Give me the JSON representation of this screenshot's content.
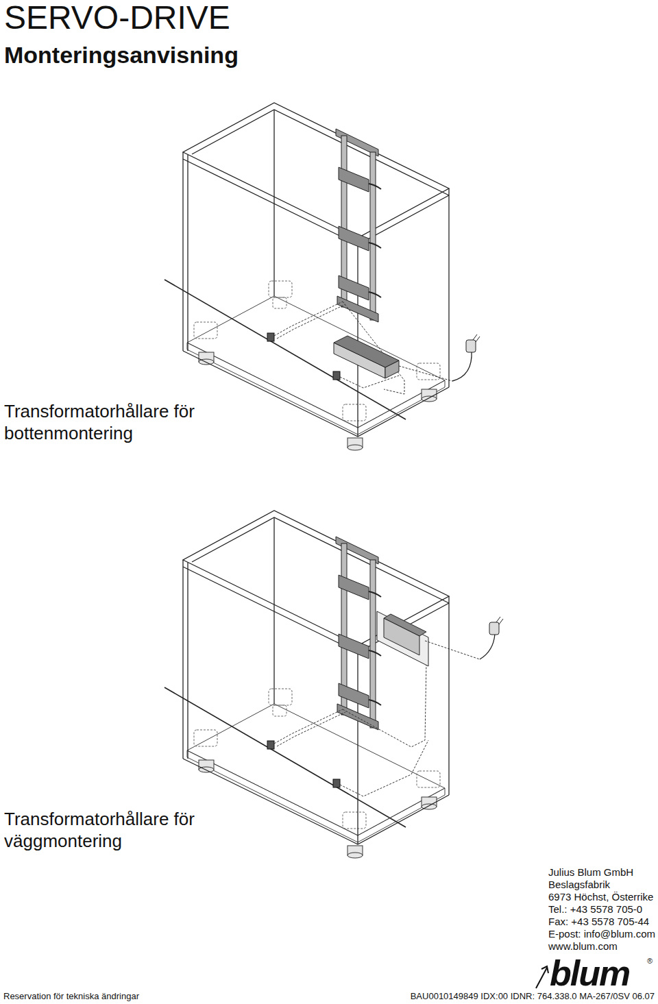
{
  "diagram": {
    "title": "SERVO-DRIVE",
    "labels": [
      "Monteringsanvisning",
      "Transformatorhållare för bottenmontering",
      "Transformatorhållare för väggmontering",
      "Julius Blum GmbH",
      "Beslagsfabrik",
      "6973 Höchst, Österrike",
      "Tel.: +43 5578 705-0",
      "Fax: +43 5578 705-44",
      "E-post: info@blum.com",
      "www.blum.com",
      "blum",
      "®",
      "Reservation för tekniska ändringar",
      "BAU0010149849 IDX:00 IDNR: 764.338.0 MA-267/0SV 06.07"
    ]
  }
}
